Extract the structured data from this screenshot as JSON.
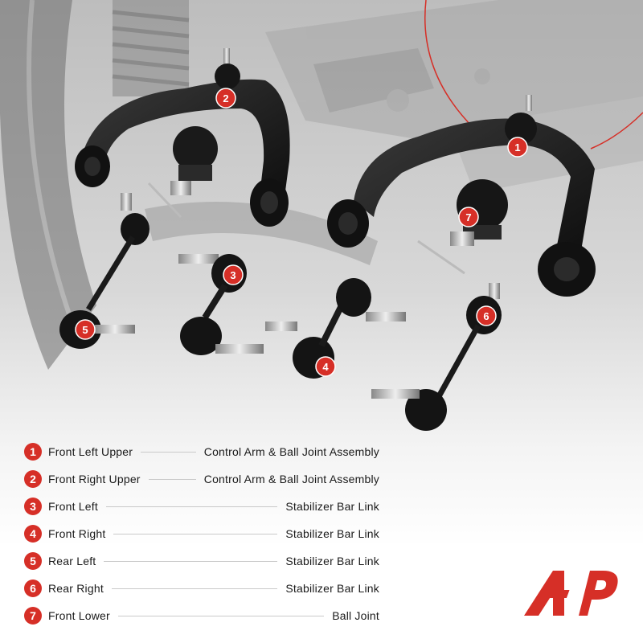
{
  "badge_color": "#d62f27",
  "parts": [
    {
      "num": "1",
      "position": "Front Left Upper",
      "part": "Control Arm & Ball Joint Assembly"
    },
    {
      "num": "2",
      "position": "Front Right Upper",
      "part": "Control Arm & Ball Joint Assembly"
    },
    {
      "num": "3",
      "position": "Front Left",
      "part": "Stabilizer Bar Link"
    },
    {
      "num": "4",
      "position": "Front Right",
      "part": "Stabilizer Bar Link"
    },
    {
      "num": "5",
      "position": "Rear Left",
      "part": "Stabilizer Bar Link"
    },
    {
      "num": "6",
      "position": "Rear Right",
      "part": "Stabilizer Bar Link"
    },
    {
      "num": "7",
      "position": "Front Lower",
      "part": "Ball Joint"
    }
  ],
  "logo": {
    "icon": "a-premium-logo-icon",
    "color": "#d62f27"
  }
}
